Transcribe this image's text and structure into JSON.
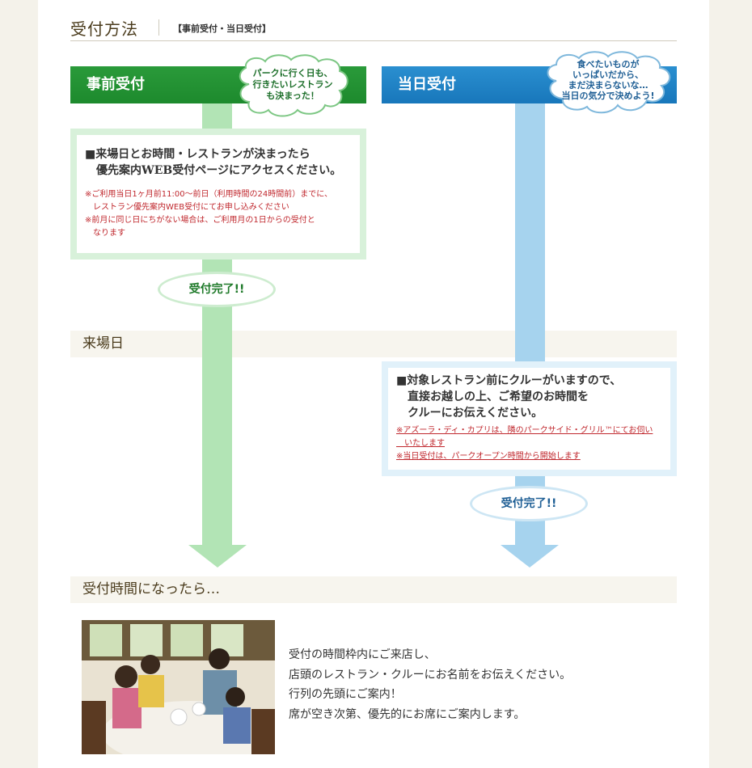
{
  "section": {
    "title": "受付方法",
    "subtitle": "【事前受付・当日受付】"
  },
  "advance": {
    "header": "事前受付",
    "bubble_lines": [
      "パークに行く日も、",
      "行きたいレストラン",
      "も決まった！"
    ],
    "box_lines": [
      "■来場日とお時間・レストランが決まったら",
      "　優先案内WEB受付ページにアクセスください。"
    ],
    "notes": [
      "※ご利用当日1ヶ月前11:00～前日（利用時間の24時間前）までに、",
      "　レストラン優先案内WEB受付にてお申し込みください",
      "※前月に同じ日にちがない場合は、ご利用月の1日からの受付と",
      "　なります"
    ],
    "complete": "受付完了!!",
    "color": "#1d8a2d"
  },
  "sameday": {
    "header": "当日受付",
    "bubble_lines": [
      "食べたいものが",
      "いっぱいだから、",
      "まだ決まらないな…",
      "当日の気分で決めよう!"
    ],
    "box_lines": [
      "■対象レストラン前にクルーがいますので、",
      "　直接お越しの上、ご希望のお時間を",
      "　クルーにお伝えください。"
    ],
    "notes": [
      "※アズーラ・ディ・カプリは、隣のパークサイド・グリル™にてお伺い",
      "　いたします",
      "※当日受付は、パークオープン時間から開始します"
    ],
    "complete": "受付完了!!",
    "color": "#1877bb"
  },
  "visit_day": "来場日",
  "when_time": "受付時間になったら…",
  "body_lines": [
    "受付の時間枠内にご来店し、",
    "店頭のレストラン・クルーにお名前をお伝えください。",
    "行列の先頭にご案内！",
    "席が空き次第、優先的にお席にご案内します。"
  ]
}
